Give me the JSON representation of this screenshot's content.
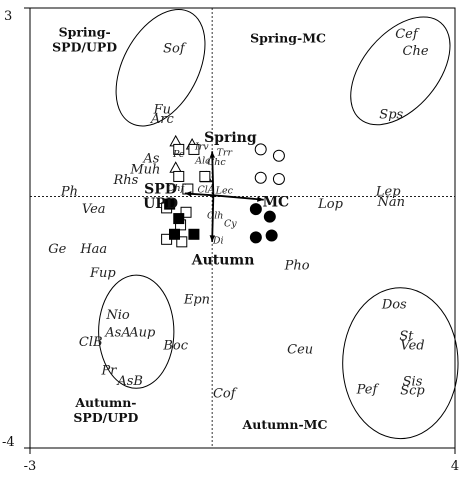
{
  "chart_data": {
    "type": "scatter",
    "xlim": [
      -3,
      4
    ],
    "ylim": [
      -4,
      3
    ],
    "x_ticks": [
      "-3",
      "4"
    ],
    "y_ticks": [
      "3",
      "-4"
    ],
    "grid": false,
    "reference_lines": "dashed lines at x=0 and y=0",
    "groups": [
      {
        "label": "Spring-SPD/UPD",
        "label_lines": [
          "Spring-",
          "SPD/UPD"
        ],
        "ellipse": {
          "cx": -0.85,
          "cy": 2.05,
          "rx": 0.62,
          "ry": 1.0,
          "angle": 28
        }
      },
      {
        "label": "Spring-MC",
        "ellipse": {
          "cx": 3.1,
          "cy": 2.0,
          "rx": 0.62,
          "ry": 1.0,
          "angle": 40
        }
      },
      {
        "label": "Autumn-SPD/UPD",
        "label_lines": [
          "Autumn-",
          "SPD/UPD"
        ],
        "ellipse": {
          "cx": -1.25,
          "cy": -2.15,
          "rx": 0.62,
          "ry": 0.9,
          "angle": 0
        }
      },
      {
        "label": "Autumn-MC",
        "ellipse": {
          "cx": 3.1,
          "cy": -2.65,
          "rx": 0.95,
          "ry": 1.2,
          "angle": 0
        }
      }
    ],
    "vectors": [
      {
        "label": "Spring",
        "x": 0.0,
        "y": 0.72
      },
      {
        "label": "SPD",
        "x": -0.45,
        "y": 0.05
      },
      {
        "label": "UPD",
        "x": -0.45,
        "y": 0.0
      },
      {
        "label": "MC",
        "x": 0.85,
        "y": -0.05
      },
      {
        "label": "Autumn",
        "x": 0.0,
        "y": -0.72
      }
    ],
    "sites": [
      {
        "marker": "open-triangle",
        "x": -0.6,
        "y": 0.87
      },
      {
        "marker": "open-triangle",
        "x": -0.33,
        "y": 0.82
      },
      {
        "marker": "open-triangle",
        "x": -0.6,
        "y": 0.45
      },
      {
        "marker": "open-triangle",
        "x": -0.1,
        "y": 0.3
      },
      {
        "marker": "open-square",
        "x": -0.55,
        "y": 0.75
      },
      {
        "marker": "open-square",
        "x": -0.3,
        "y": 0.75
      },
      {
        "marker": "open-square",
        "x": -0.55,
        "y": 0.32
      },
      {
        "marker": "open-square",
        "x": -0.12,
        "y": 0.32
      },
      {
        "marker": "open-square",
        "x": -0.4,
        "y": 0.12
      },
      {
        "marker": "open-square",
        "x": -0.75,
        "y": -0.18
      },
      {
        "marker": "open-square",
        "x": -0.43,
        "y": -0.25
      },
      {
        "marker": "open-square",
        "x": -0.52,
        "y": -0.45
      },
      {
        "marker": "open-square",
        "x": -0.75,
        "y": -0.68
      },
      {
        "marker": "open-square",
        "x": -0.5,
        "y": -0.72
      },
      {
        "marker": "filled-square",
        "x": -0.7,
        "y": -0.12
      },
      {
        "marker": "filled-square",
        "x": -0.55,
        "y": -0.35
      },
      {
        "marker": "filled-square",
        "x": -0.62,
        "y": -0.6
      },
      {
        "marker": "filled-square",
        "x": -0.3,
        "y": -0.6
      },
      {
        "marker": "open-circle",
        "x": 0.8,
        "y": 0.75
      },
      {
        "marker": "open-circle",
        "x": 1.1,
        "y": 0.65
      },
      {
        "marker": "open-circle",
        "x": 0.8,
        "y": 0.3
      },
      {
        "marker": "open-circle",
        "x": 1.1,
        "y": 0.28
      },
      {
        "marker": "filled-circle",
        "x": 0.72,
        "y": -0.2
      },
      {
        "marker": "filled-circle",
        "x": 0.95,
        "y": -0.32
      },
      {
        "marker": "filled-circle",
        "x": 0.72,
        "y": -0.65
      },
      {
        "marker": "filled-circle",
        "x": 0.98,
        "y": -0.62
      }
    ],
    "species": [
      {
        "name": "Sof",
        "x": -0.63,
        "y": 2.37
      },
      {
        "name": "Fu",
        "x": -0.82,
        "y": 1.4
      },
      {
        "name": "Arc",
        "x": -0.82,
        "y": 1.25
      },
      {
        "name": "Cef",
        "x": 3.2,
        "y": 2.6
      },
      {
        "name": "Che",
        "x": 3.35,
        "y": 2.33
      },
      {
        "name": "Sps",
        "x": 2.95,
        "y": 1.32
      },
      {
        "name": "As",
        "x": -1.0,
        "y": 0.62
      },
      {
        "name": "Muh",
        "x": -1.1,
        "y": 0.45
      },
      {
        "name": "Rhs",
        "x": -1.42,
        "y": 0.28
      },
      {
        "name": "Ph",
        "x": -2.35,
        "y": 0.1
      },
      {
        "name": "Vea",
        "x": -1.95,
        "y": -0.18
      },
      {
        "name": "Ge",
        "x": -2.55,
        "y": -0.82
      },
      {
        "name": "Haa",
        "x": -1.95,
        "y": -0.82
      },
      {
        "name": "Fup",
        "x": -1.8,
        "y": -1.2
      },
      {
        "name": "Epn",
        "x": -0.25,
        "y": -1.62
      },
      {
        "name": "Nio",
        "x": -1.55,
        "y": -1.87
      },
      {
        "name": "ClB",
        "x": -2.0,
        "y": -2.3
      },
      {
        "name": "AsA",
        "x": -1.55,
        "y": -2.15
      },
      {
        "name": "Aup",
        "x": -1.15,
        "y": -2.15
      },
      {
        "name": "Boc",
        "x": -0.6,
        "y": -2.35
      },
      {
        "name": "Pr",
        "x": -1.7,
        "y": -2.75
      },
      {
        "name": "AsB",
        "x": -1.35,
        "y": -2.92
      },
      {
        "name": "Cof",
        "x": 0.2,
        "y": -3.12
      },
      {
        "name": "Lep",
        "x": 2.9,
        "y": 0.1
      },
      {
        "name": "Nan",
        "x": 2.95,
        "y": -0.07
      },
      {
        "name": "Lop",
        "x": 1.95,
        "y": -0.1
      },
      {
        "name": "Pho",
        "x": 1.4,
        "y": -1.08
      },
      {
        "name": "Ceu",
        "x": 1.45,
        "y": -2.42
      },
      {
        "name": "Dos",
        "x": 3.0,
        "y": -1.7
      },
      {
        "name": "St",
        "x": 3.2,
        "y": -2.2
      },
      {
        "name": "Ved",
        "x": 3.3,
        "y": -2.35
      },
      {
        "name": "Pef",
        "x": 2.55,
        "y": -3.05
      },
      {
        "name": "Sis",
        "x": 3.3,
        "y": -2.93
      },
      {
        "name": "Scp",
        "x": 3.3,
        "y": -3.07
      }
    ],
    "species_small": [
      {
        "name": "Pe",
        "x": -0.55,
        "y": 0.68
      },
      {
        "name": "Irv",
        "x": -0.17,
        "y": 0.8
      },
      {
        "name": "Trr",
        "x": 0.2,
        "y": 0.7
      },
      {
        "name": "Ala",
        "x": -0.15,
        "y": 0.57
      },
      {
        "name": "Chc",
        "x": 0.07,
        "y": 0.55
      },
      {
        "name": "Chf",
        "x": -0.6,
        "y": 0.14
      },
      {
        "name": "ClA",
        "x": -0.1,
        "y": 0.11
      },
      {
        "name": "Lec",
        "x": 0.2,
        "y": 0.1
      },
      {
        "name": "Clh",
        "x": 0.05,
        "y": -0.3
      },
      {
        "name": "Cy",
        "x": 0.3,
        "y": -0.43
      },
      {
        "name": "Di",
        "x": 0.1,
        "y": -0.7
      }
    ]
  }
}
